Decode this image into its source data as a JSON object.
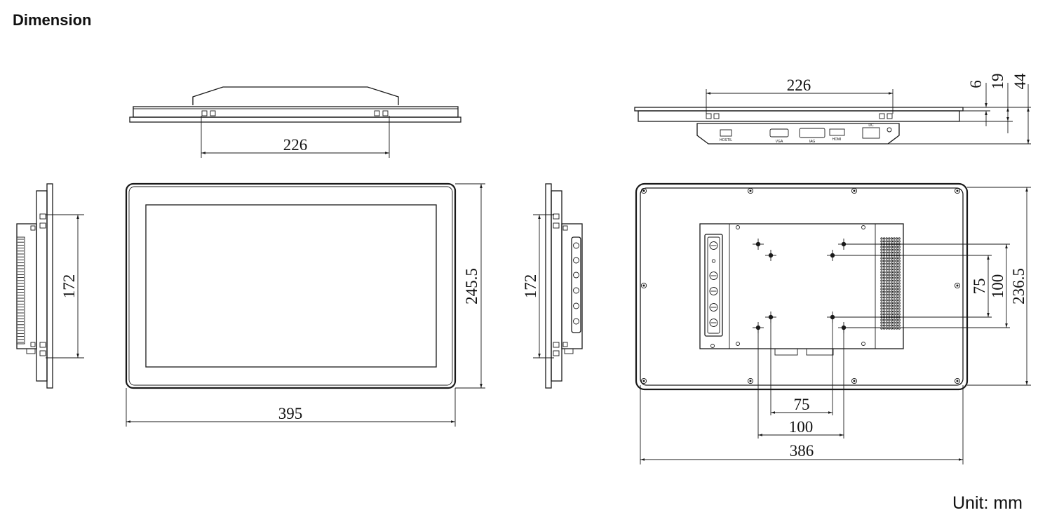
{
  "title": "Dimension",
  "unit": "Unit: mm",
  "dimensions": {
    "top_view_mount_spacing": "226",
    "rear_top_view_mount_spacing": "226",
    "depth_front_frame": "6",
    "depth_bezel": "19",
    "depth_total": "44",
    "left_side_mount_height": "172",
    "front_height": "245.5",
    "right_side_mount_height": "172",
    "front_width": "395",
    "rear_vesa_inner_h": "75",
    "rear_vesa_outer_h": "100",
    "rear_cutout_height": "236.5",
    "rear_vesa_inner_w": "75",
    "rear_vesa_outer_w": "100",
    "rear_cutout_width": "386"
  },
  "port_labels": [
    "HOSTIL",
    "VGA",
    "IAG",
    "HDMI",
    "DC"
  ]
}
